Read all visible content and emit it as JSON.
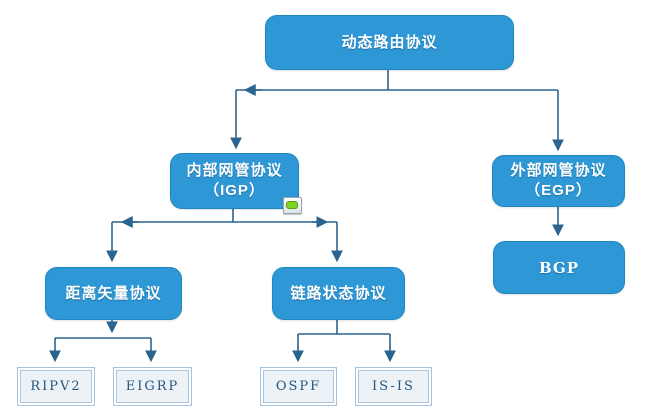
{
  "diagram": {
    "type": "flowchart",
    "topic": "动态路由协议分类",
    "nodes": {
      "root": {
        "label": "动态路由协议"
      },
      "igp": {
        "label_line1": "内部网管协议",
        "label_line2": "（IGP）"
      },
      "egp": {
        "label_line1": "外部网管协议",
        "label_line2": "（EGP）"
      },
      "distance_vector": {
        "label": "距离矢量协议"
      },
      "link_state": {
        "label": "链路状态协议"
      },
      "bgp": {
        "label": "BGP"
      },
      "ripv2": {
        "label": "RIPV2"
      },
      "eigrp": {
        "label": "EIGRP"
      },
      "ospf": {
        "label": "OSPF"
      },
      "isis": {
        "label": "IS-IS"
      }
    },
    "edges": [
      {
        "from": "动态路由协议",
        "to": "内部网管协议（IGP）"
      },
      {
        "from": "动态路由协议",
        "to": "外部网管协议（EGP）"
      },
      {
        "from": "内部网管协议（IGP）",
        "to": "距离矢量协议"
      },
      {
        "from": "内部网管协议（IGP）",
        "to": "链路状态协议"
      },
      {
        "from": "外部网管协议（EGP）",
        "to": "BGP"
      },
      {
        "from": "距离矢量协议",
        "to": "RIPV2"
      },
      {
        "from": "距离矢量协议",
        "to": "EIGRP"
      },
      {
        "from": "链路状态协议",
        "to": "OSPF"
      },
      {
        "from": "链路状态协议",
        "to": "IS-IS"
      }
    ],
    "colors": {
      "node_fill": "#2e97d5",
      "node_border": "#1f86c0",
      "node_text": "#ffffff",
      "connector": "#2a648f",
      "leaf_bg": "#edf2f7",
      "leaf_border": "#a3c3de",
      "leaf_text": "#26567e",
      "badge_green": "#7dd321",
      "background": "#ffffff"
    }
  }
}
